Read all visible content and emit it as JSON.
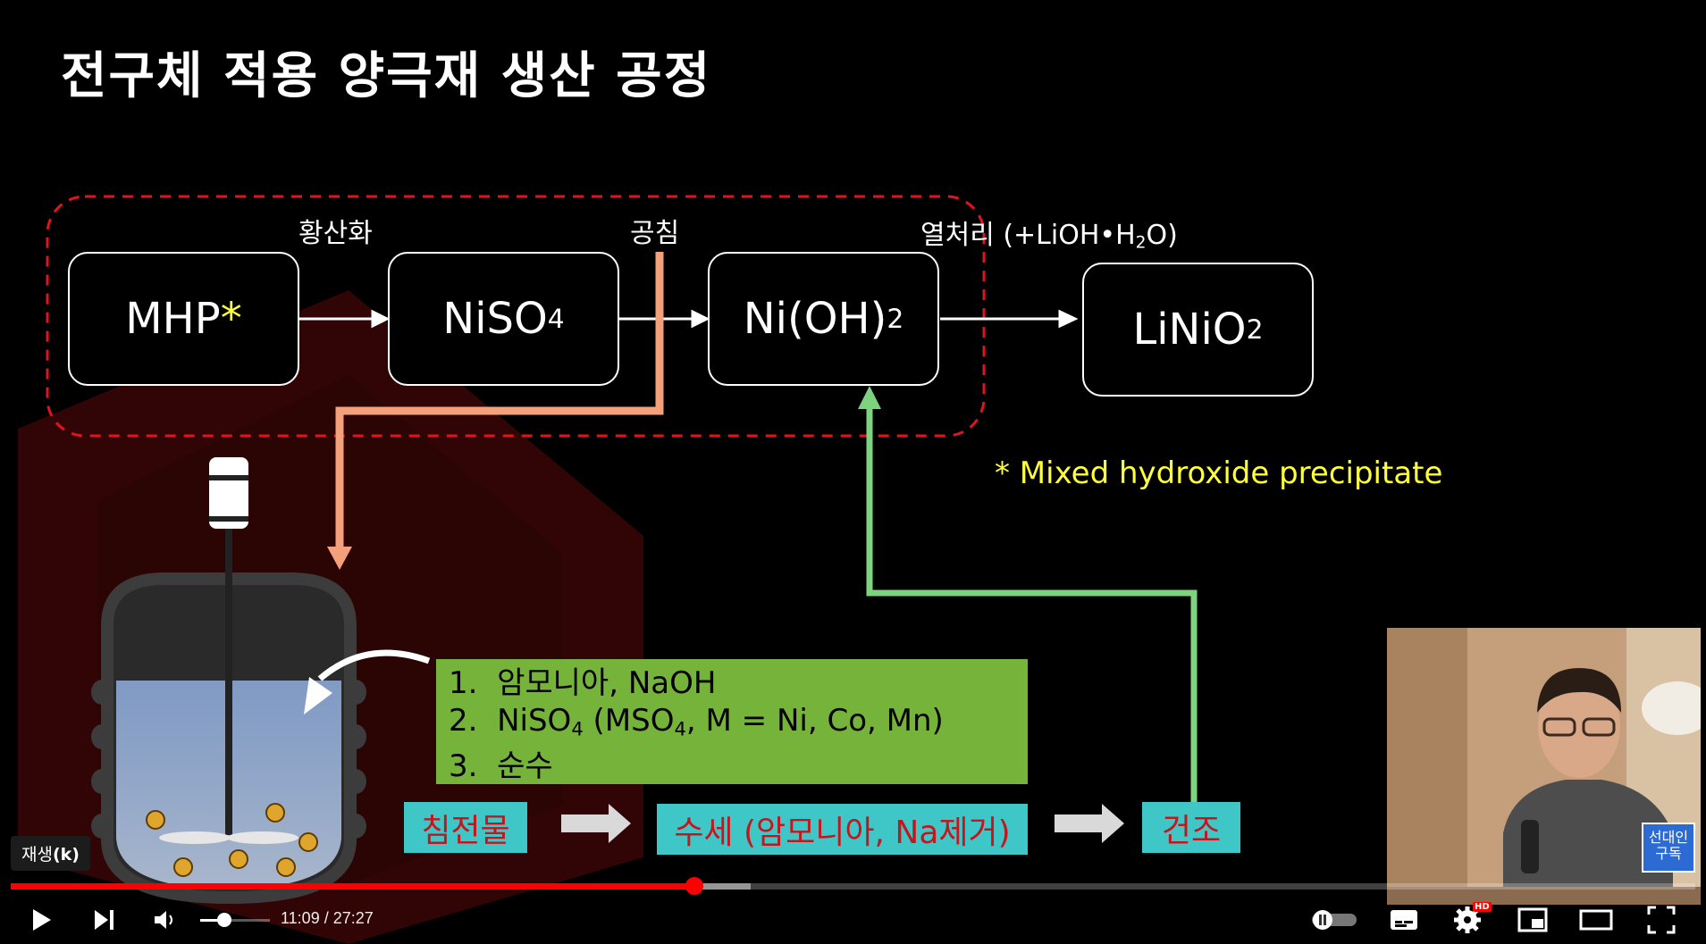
{
  "slide": {
    "title": "전구체 적용 양극재 생산 공정",
    "steps": {
      "mhp": "MHP",
      "mhp_star": "*",
      "niso4_main": "NiSO",
      "niso4_sub": "4",
      "nioh2_main": "Ni(OH)",
      "nioh2_sub": "2",
      "linio2_main": "LiNiO",
      "linio2_sub": "2"
    },
    "arrow_labels": {
      "sulfation": "황산화",
      "coprecipitation": "공침",
      "heat_prefix": "열처리 (+LiOH•H",
      "heat_sub": "2",
      "heat_suffix": "O)"
    },
    "footnote": "* Mixed hydroxide precipitate",
    "recipe": {
      "item1_num": "1.",
      "item1": "암모니아, NaOH",
      "item2_num": "2.",
      "item2_a": "NiSO",
      "item2_sub1": "4",
      "item2_b": " (MSO",
      "item2_sub2": "4",
      "item2_c": ", M = Ni, Co, Mn)",
      "item3_num": "3.",
      "item3": "순수"
    },
    "process": {
      "precipitate": "침전물",
      "washing": "수세 (암모니아, Na제거)",
      "drying": "건조"
    },
    "colors": {
      "dashed_frame": "#e0141e",
      "orange_arrow": "#f4a07a",
      "green_arrow": "#7ed37e",
      "footnote": "#ffff3a",
      "recipe_bg": "#76b33a",
      "process_bg": "#3fc7c8",
      "process_text": "#c4161c"
    }
  },
  "player": {
    "tooltip_text": "재생",
    "tooltip_key": "(k)",
    "current_time": "11:09",
    "separator": " / ",
    "duration": "27:27",
    "progress_fraction": 0.406,
    "volume_fraction": 0.35,
    "channel_badge": "선대인 구독",
    "hd_badge": "HD",
    "icons": [
      "play-icon",
      "next-icon",
      "volume-icon",
      "autoplay-toggle-icon",
      "subtitles-icon",
      "settings-icon",
      "miniplayer-icon",
      "theater-mode-icon",
      "fullscreen-icon"
    ]
  }
}
